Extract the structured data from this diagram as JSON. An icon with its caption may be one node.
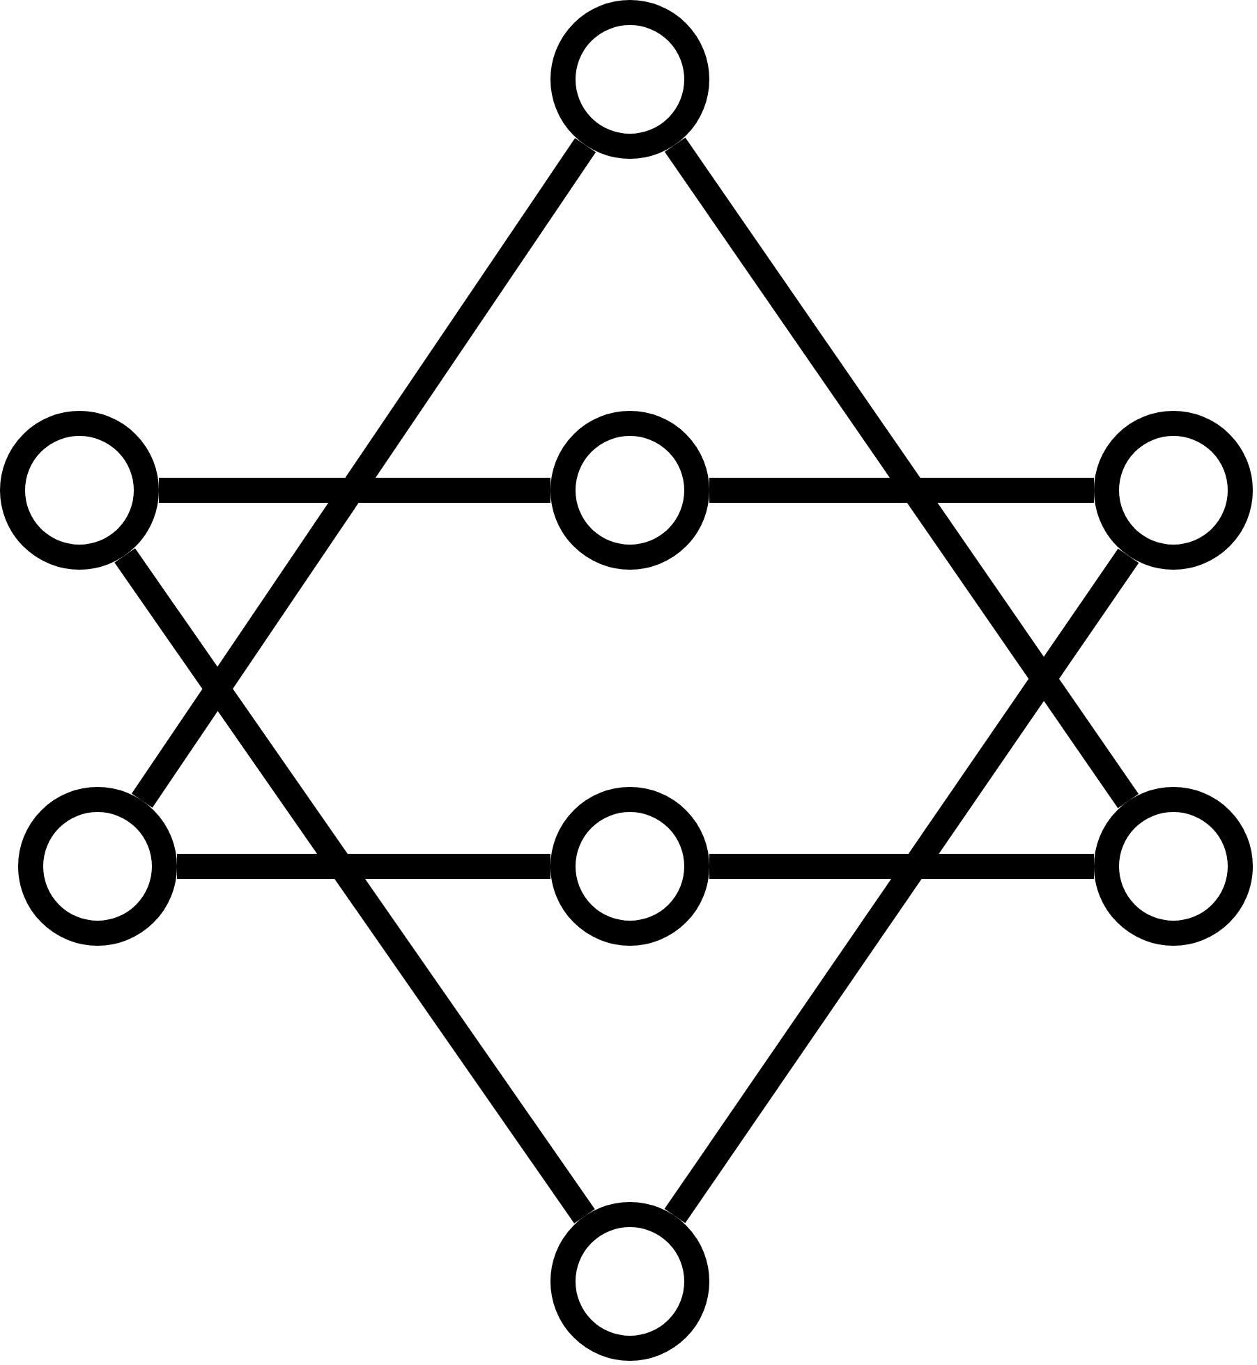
{
  "diagram": {
    "nodes": [
      {
        "text": [],
        "shape": "circle"
      },
      {
        "text": [],
        "shape": "circle"
      },
      {
        "text": [],
        "shape": "circle"
      },
      {
        "text": [],
        "shape": "circle"
      },
      {
        "text": [],
        "shape": "circle"
      },
      {
        "text": [],
        "shape": "circle"
      },
      {
        "text": [],
        "shape": "circle"
      },
      {
        "text": [],
        "shape": "circle"
      }
    ],
    "edges": [
      {
        "from": 0,
        "to": 4,
        "arrow": "none"
      },
      {
        "from": 0,
        "to": 6,
        "arrow": "none"
      },
      {
        "from": 4,
        "to": 5,
        "arrow": "none"
      },
      {
        "from": 5,
        "to": 6,
        "arrow": "none"
      },
      {
        "from": 1,
        "to": 2,
        "arrow": "none"
      },
      {
        "from": 2,
        "to": 3,
        "arrow": "none"
      },
      {
        "from": 1,
        "to": 7,
        "arrow": "none"
      },
      {
        "from": 3,
        "to": 7,
        "arrow": "none"
      }
    ]
  }
}
